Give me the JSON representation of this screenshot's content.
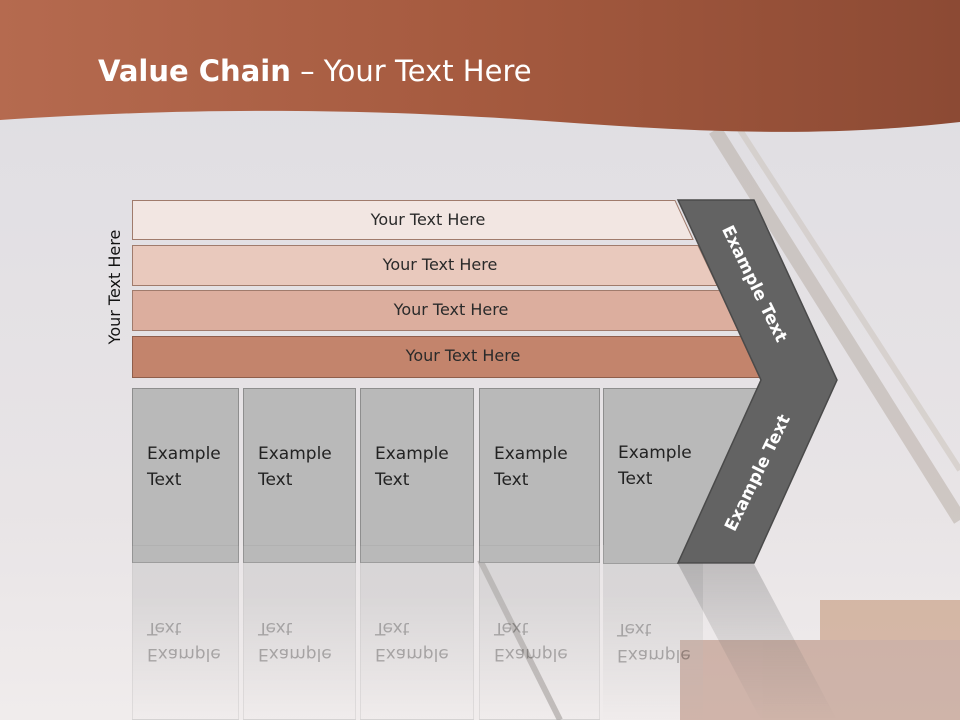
{
  "slide": {
    "title_bold": "Value Chain",
    "title_rest": " – Your Text Here",
    "side_label": "Your Text Here"
  },
  "rows": [
    {
      "label": "Your Text Here",
      "fill": "#f2e6e2"
    },
    {
      "label": "Your Text Here",
      "fill": "#e9c9bd"
    },
    {
      "label": "Your Text Here",
      "fill": "#dcae9e"
    },
    {
      "label": "Your Text Here",
      "fill": "#c3846c"
    }
  ],
  "boxes": [
    {
      "label": "Example\nText"
    },
    {
      "label": "Example\nText"
    },
    {
      "label": "Example\nText"
    },
    {
      "label": "Example\nText"
    },
    {
      "label": "Example\nText"
    }
  ],
  "chevron": {
    "upper_label": "Example Text",
    "lower_label": "Example Text",
    "fill": "#636363"
  },
  "colors": {
    "header": "#a65a3f",
    "background": "#e6e3e6"
  }
}
